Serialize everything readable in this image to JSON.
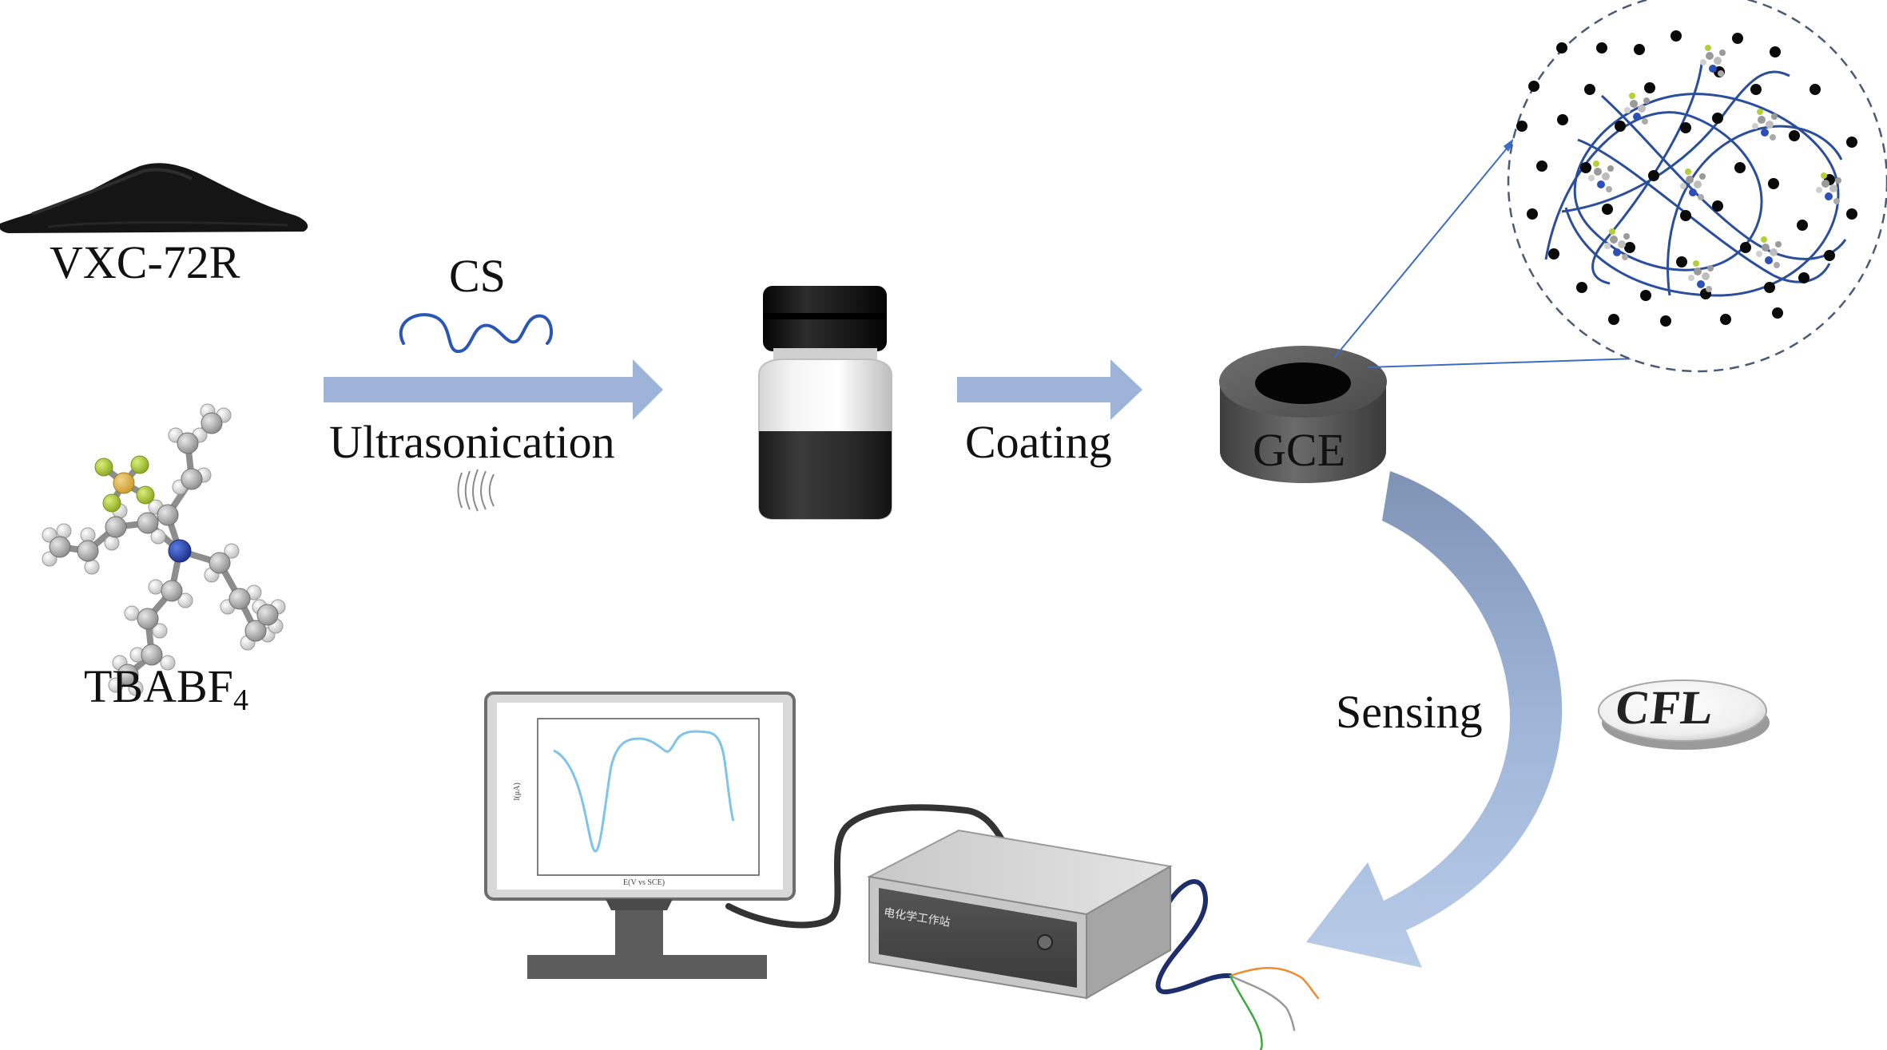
{
  "materials": {
    "powder_label": "VXC-72R",
    "molecule_label": "TBABF",
    "molecule_subscript": "4"
  },
  "step1": {
    "reagent_label": "CS",
    "process_label": "Ultrasonication"
  },
  "step2": {
    "process_label": "Coating"
  },
  "electrode": {
    "label": "GCE"
  },
  "sensing": {
    "process_label": "Sensing",
    "analyte_label": "CFL"
  },
  "workstation": {
    "device_label": "电化学工作站",
    "plot_ylabel": "I(μA)",
    "plot_xlabel": "E(V vs SCE)"
  },
  "colors": {
    "arrow_fill": "#9db3d8",
    "chain_color": "#2a4e9c",
    "electrode_body": "#5c5c5c",
    "curve_color": "#7fc4e8"
  }
}
